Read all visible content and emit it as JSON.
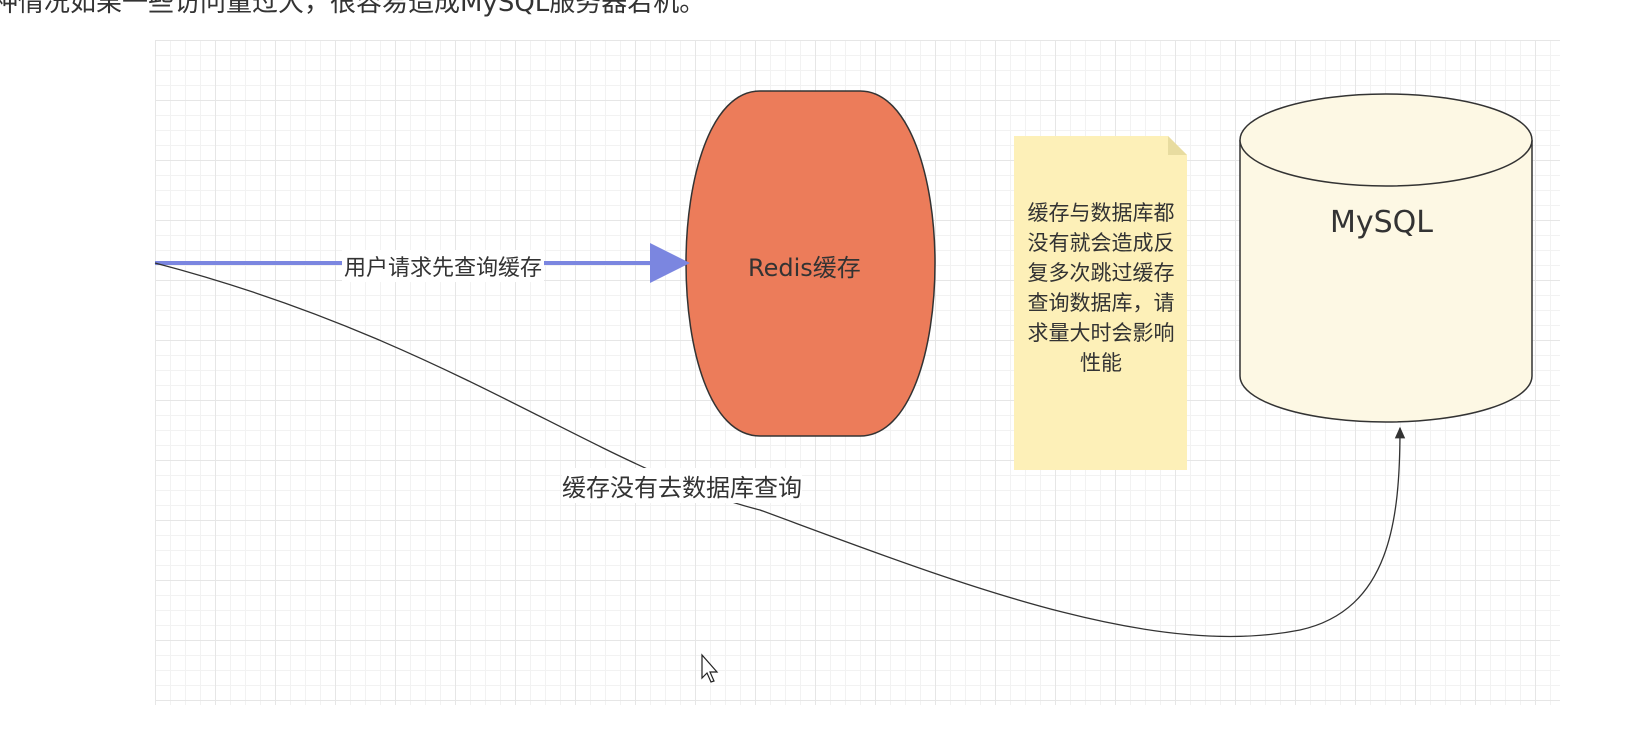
{
  "page": {
    "top_text": "种情况如果一些访问量过大，很容易造成MySQL服务器宕机。"
  },
  "diagram": {
    "redis_label": "Redis缓存",
    "mysql_label": "MySQL",
    "arrow_label": "用户请求先查询缓存",
    "curve_label": "缓存没有去数据库查询",
    "note_text": "缓存与数据库都没有就会造成反复多次跳过缓存查询数据库，请求量大时会影响性能",
    "colors": {
      "redis": "#ec7c5a",
      "mysql": "#fdf8e4",
      "note": "#fdf0b8",
      "arrow": "#7b86e0"
    }
  }
}
